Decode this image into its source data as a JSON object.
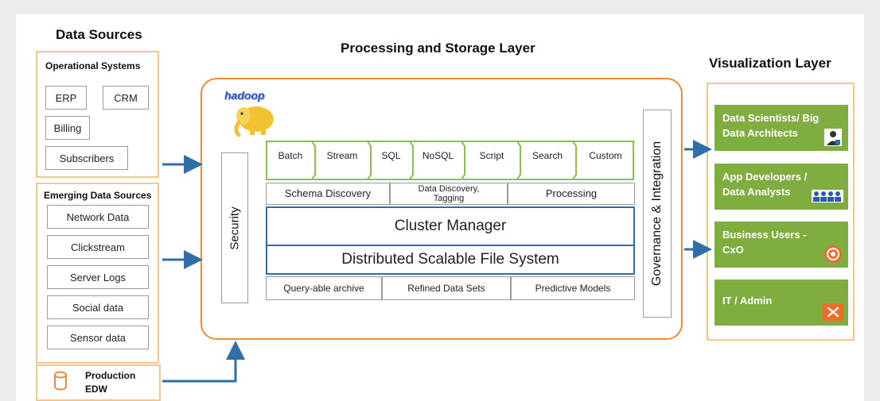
{
  "headers": {
    "data_sources": "Data Sources",
    "processing": "Processing and Storage Layer",
    "visualization": "Visualization Layer"
  },
  "operational": {
    "title": "Operational Systems",
    "items": [
      "ERP",
      "CRM",
      "Billing",
      "Subscribers"
    ]
  },
  "emerging": {
    "title": "Emerging Data Sources",
    "items": [
      "Network Data",
      "Clickstream",
      "Server Logs",
      "Social data",
      "Sensor data"
    ]
  },
  "edw": {
    "line1": "Production",
    "line2": "EDW"
  },
  "hadoop": {
    "logo_text": "hadoop",
    "security": "Security",
    "governance": "Governance & Integration",
    "tabs": [
      "Batch",
      "Stream",
      "SQL",
      "NoSQL",
      "Script",
      "Search",
      "Custom"
    ],
    "discovery": {
      "schema": "Schema Discovery",
      "tagging_line1": "Data Discovery,",
      "tagging_line2": "Tagging",
      "processing": "Processing"
    },
    "cluster_manager": "Cluster Manager",
    "file_system": "Distributed Scalable File System",
    "bottom": [
      "Query-able archive",
      "Refined Data Sets",
      "Predictive Models"
    ]
  },
  "visualization": {
    "cards": [
      {
        "line1": "Data Scientists/ Big",
        "line2": "Data Architects",
        "icon": "scientist-icon"
      },
      {
        "line1": "App Developers /",
        "line2": "Data Analysts",
        "icon": "team-icon"
      },
      {
        "line1": "Business Users -",
        "line2": "CxO",
        "icon": "target-icon"
      },
      {
        "line1": "IT / Admin",
        "line2": "",
        "icon": "tools-icon"
      }
    ]
  },
  "colors": {
    "orange_border": "#ef8a3a",
    "panel_border": "#f6c58a",
    "arrow_blue": "#2e6faa",
    "green": "#7fad3f",
    "tab_green": "#8bc34a"
  }
}
